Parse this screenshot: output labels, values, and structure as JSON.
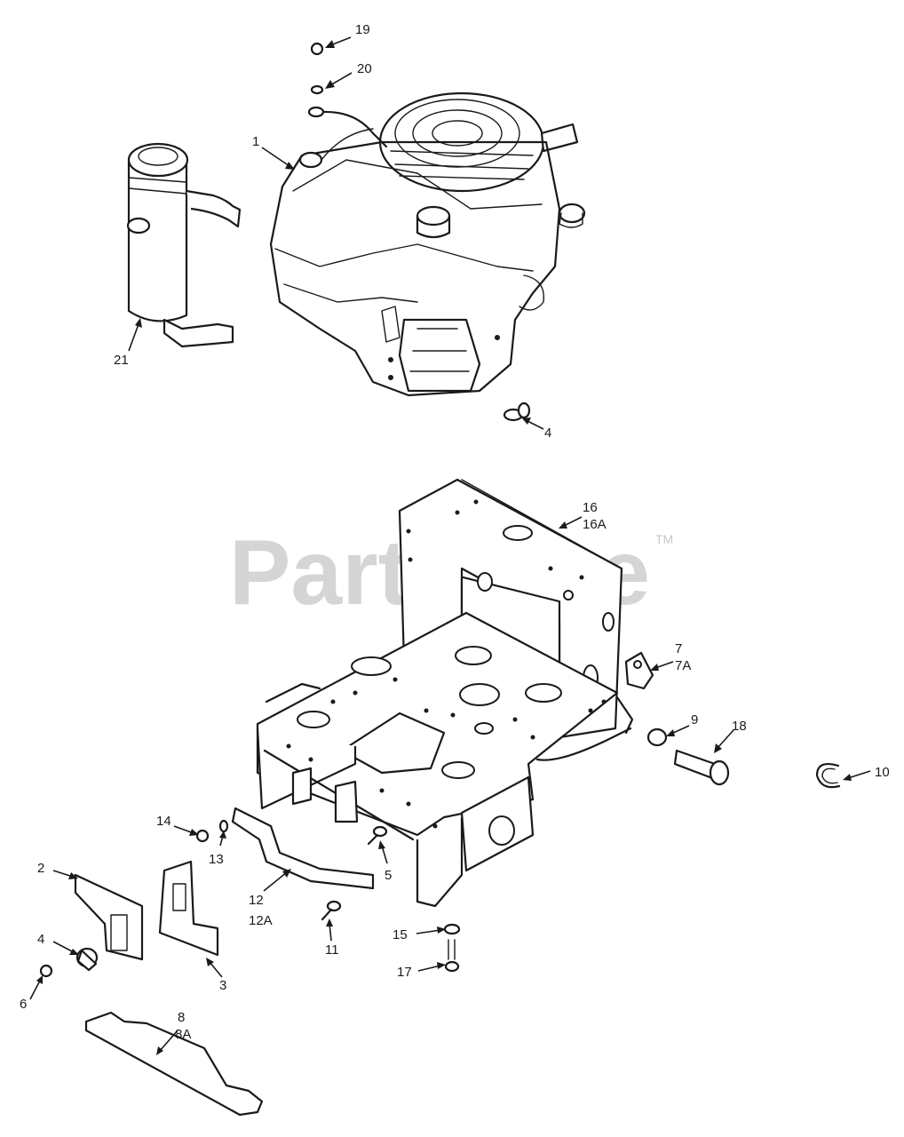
{
  "watermark": {
    "text": "PartsTree",
    "tm": "TM"
  },
  "callouts": [
    {
      "id": "c19",
      "text": "19"
    },
    {
      "id": "c20",
      "text": "20"
    },
    {
      "id": "c1",
      "text": "1"
    },
    {
      "id": "c21",
      "text": "21"
    },
    {
      "id": "c4a",
      "text": "4"
    },
    {
      "id": "c16",
      "text": "16"
    },
    {
      "id": "c16a",
      "text": "16A"
    },
    {
      "id": "c7",
      "text": "7"
    },
    {
      "id": "c7a",
      "text": "7A"
    },
    {
      "id": "c9",
      "text": "9"
    },
    {
      "id": "c18",
      "text": "18"
    },
    {
      "id": "c10",
      "text": "10"
    },
    {
      "id": "c14",
      "text": "14"
    },
    {
      "id": "c13",
      "text": "13"
    },
    {
      "id": "c2",
      "text": "2"
    },
    {
      "id": "c5",
      "text": "5"
    },
    {
      "id": "c12",
      "text": "12"
    },
    {
      "id": "c12a",
      "text": "12A"
    },
    {
      "id": "c11",
      "text": "11"
    },
    {
      "id": "c4b",
      "text": "4"
    },
    {
      "id": "c3",
      "text": "3"
    },
    {
      "id": "c15",
      "text": "15"
    },
    {
      "id": "c17",
      "text": "17"
    },
    {
      "id": "c6",
      "text": "6"
    },
    {
      "id": "c8",
      "text": "8"
    },
    {
      "id": "c8a",
      "text": "8A"
    }
  ]
}
